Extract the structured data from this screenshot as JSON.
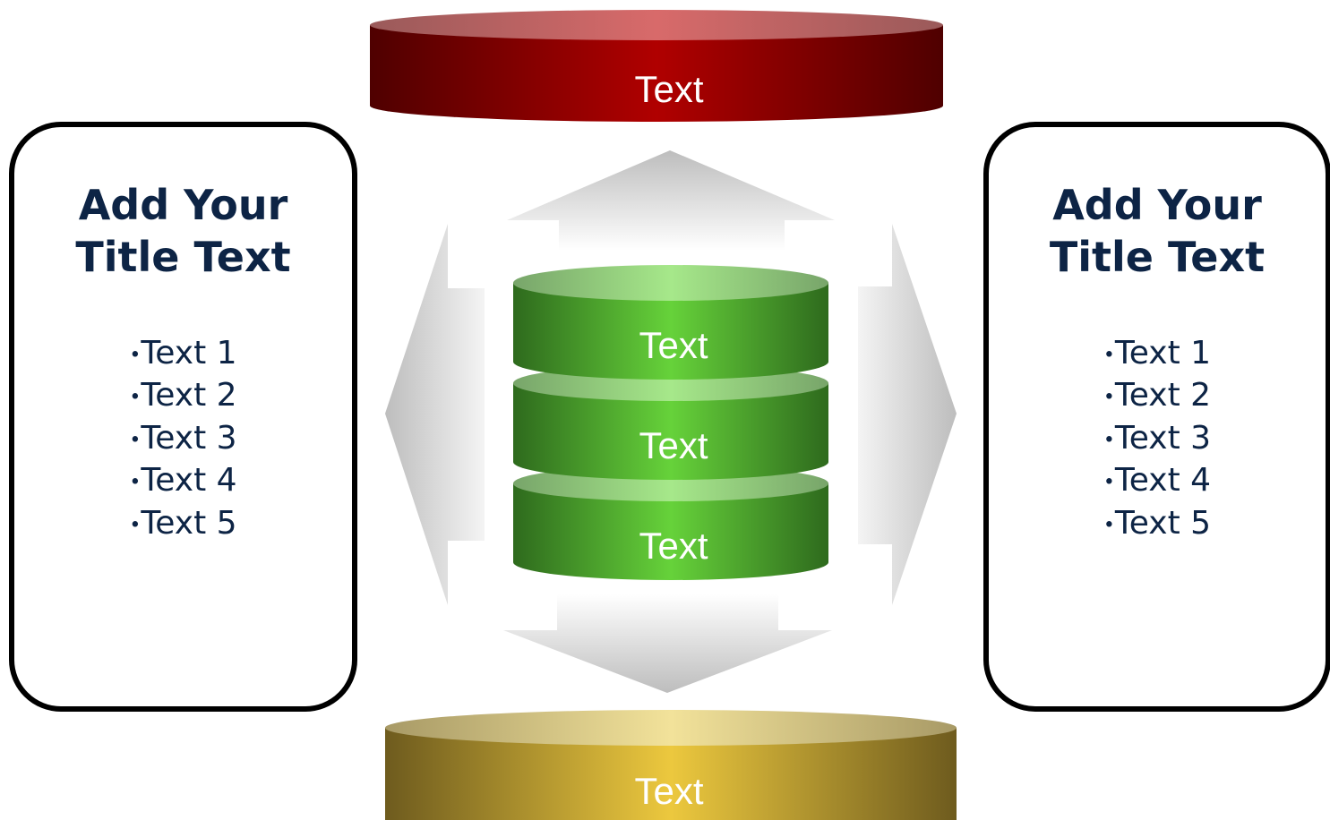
{
  "diagram": {
    "top_disk": {
      "label": "Text",
      "color": "#a30000"
    },
    "bottom_disk": {
      "label": "Text",
      "color": "#e6c43c"
    },
    "center_stack": {
      "color": "#5bc630",
      "layers": [
        {
          "label": "Text"
        },
        {
          "label": "Text"
        },
        {
          "label": "Text"
        }
      ]
    },
    "left_panel": {
      "title_line1": "Add Your",
      "title_line2": "Title Text",
      "items": [
        "Text 1",
        "Text 2",
        "Text 3",
        "Text 4",
        "Text 5"
      ]
    },
    "right_panel": {
      "title_line1": "Add Your",
      "title_line2": "Title Text",
      "items": [
        "Text 1",
        "Text 2",
        "Text 3",
        "Text 4",
        "Text 5"
      ]
    },
    "text_color": "#0d2445"
  }
}
